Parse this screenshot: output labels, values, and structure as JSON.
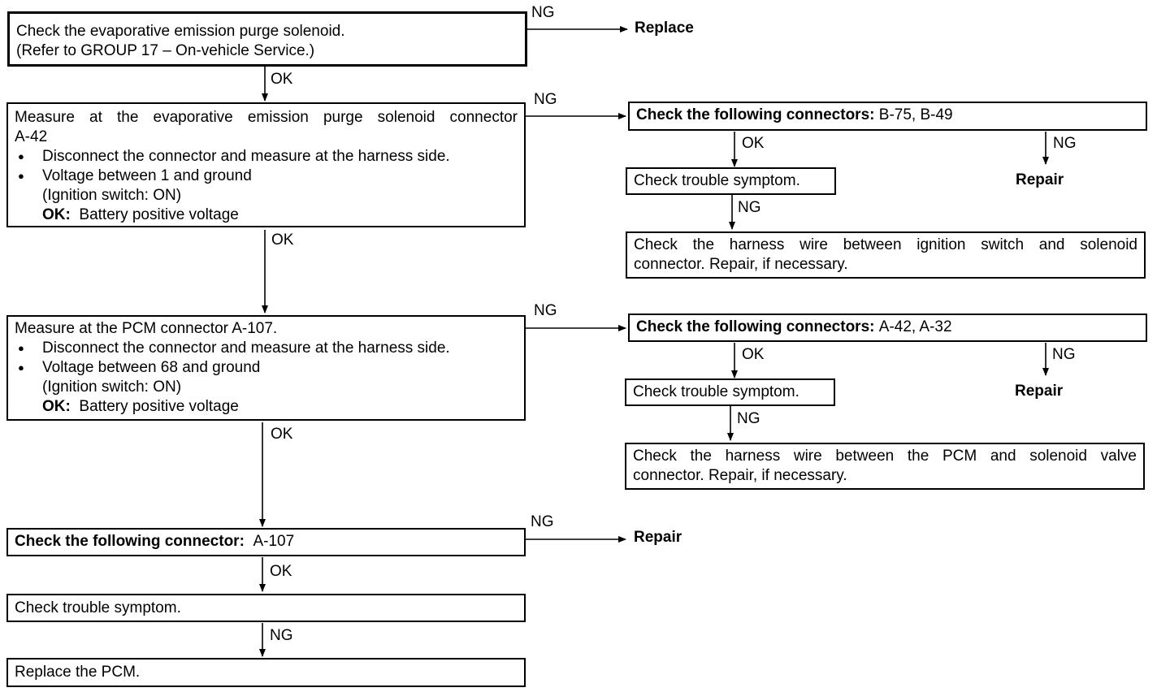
{
  "flow": {
    "box1": {
      "line1": "Check the evaporative emission purge solenoid.",
      "line2": "(Refer to GROUP 17 – On-vehicle Service.)"
    },
    "box2": {
      "line1": "Measure at the evaporative emission purge solenoid connector",
      "line2": "A-42",
      "bullet1": "Disconnect the connector and measure at the harness side.",
      "bullet2": "Voltage between 1 and ground",
      "sub": "(Ignition switch: ON)",
      "ok_key": "OK:",
      "ok_val": "Battery positive voltage"
    },
    "box3": {
      "line1": "Measure at the PCM connector A-107.",
      "bullet1": "Disconnect the connector and measure at the harness side.",
      "bullet2": "Voltage between 68 and ground",
      "sub": "(Ignition switch: ON)",
      "ok_key": "OK:",
      "ok_val": "Battery positive voltage"
    },
    "box4": {
      "bold": "Check the following connector:",
      "value": "A-107"
    },
    "box5": {
      "text": "Check trouble symptom."
    },
    "box6": {
      "text": "Replace the PCM."
    },
    "r1": {
      "bold": "Check the following connectors:",
      "value": "B-75, B-49"
    },
    "r1_symptom": "Check trouble symptom.",
    "r1_harness": {
      "line1": "Check the harness wire between ignition switch and solenoid",
      "line2": "connector. Repair, if necessary."
    },
    "r2": {
      "bold": "Check the following connectors:",
      "value": "A-42, A-32"
    },
    "r2_symptom": "Check trouble symptom.",
    "r2_harness": {
      "line1": "Check the harness wire between the PCM and solenoid valve",
      "line2": "connector. Repair, if necessary."
    },
    "replace": "Replace",
    "repair": "Repair",
    "ok": "OK",
    "ng": "NG"
  }
}
